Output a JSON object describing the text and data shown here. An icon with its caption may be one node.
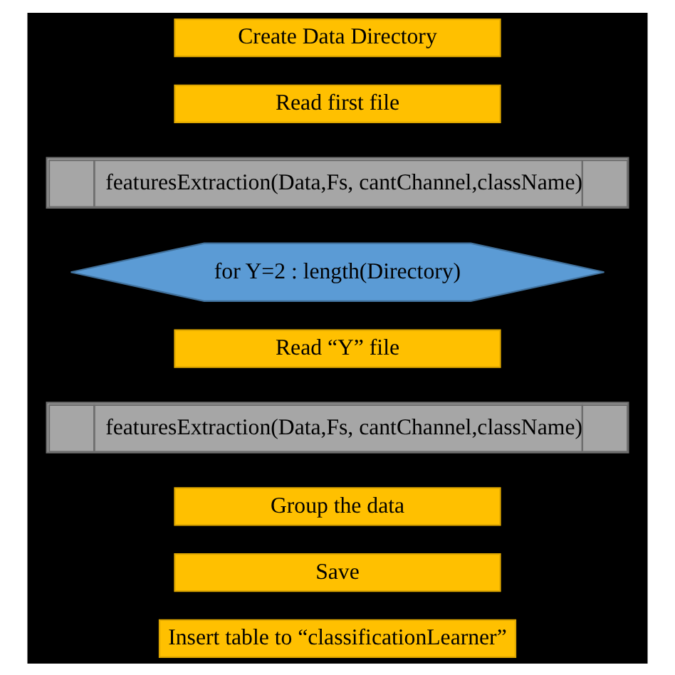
{
  "diagram": {
    "nodes": [
      {
        "text": [
          "Create Data Directory"
        ]
      },
      {
        "text": [
          "Read first file"
        ]
      },
      {
        "text": [
          "featuresExtraction(Data,Fs, cantChannel,className)"
        ]
      },
      {
        "text": [
          "for Y=2 : length(Directory)"
        ]
      },
      {
        "text": [
          "Read “Y” file"
        ]
      },
      {
        "text": [
          "featuresExtraction(Data,Fs, cantChannel,className)"
        ]
      },
      {
        "text": [
          "Group the data"
        ]
      },
      {
        "text": [
          "Save"
        ]
      },
      {
        "text": [
          "Insert table to “classificationLearner”"
        ]
      }
    ]
  }
}
